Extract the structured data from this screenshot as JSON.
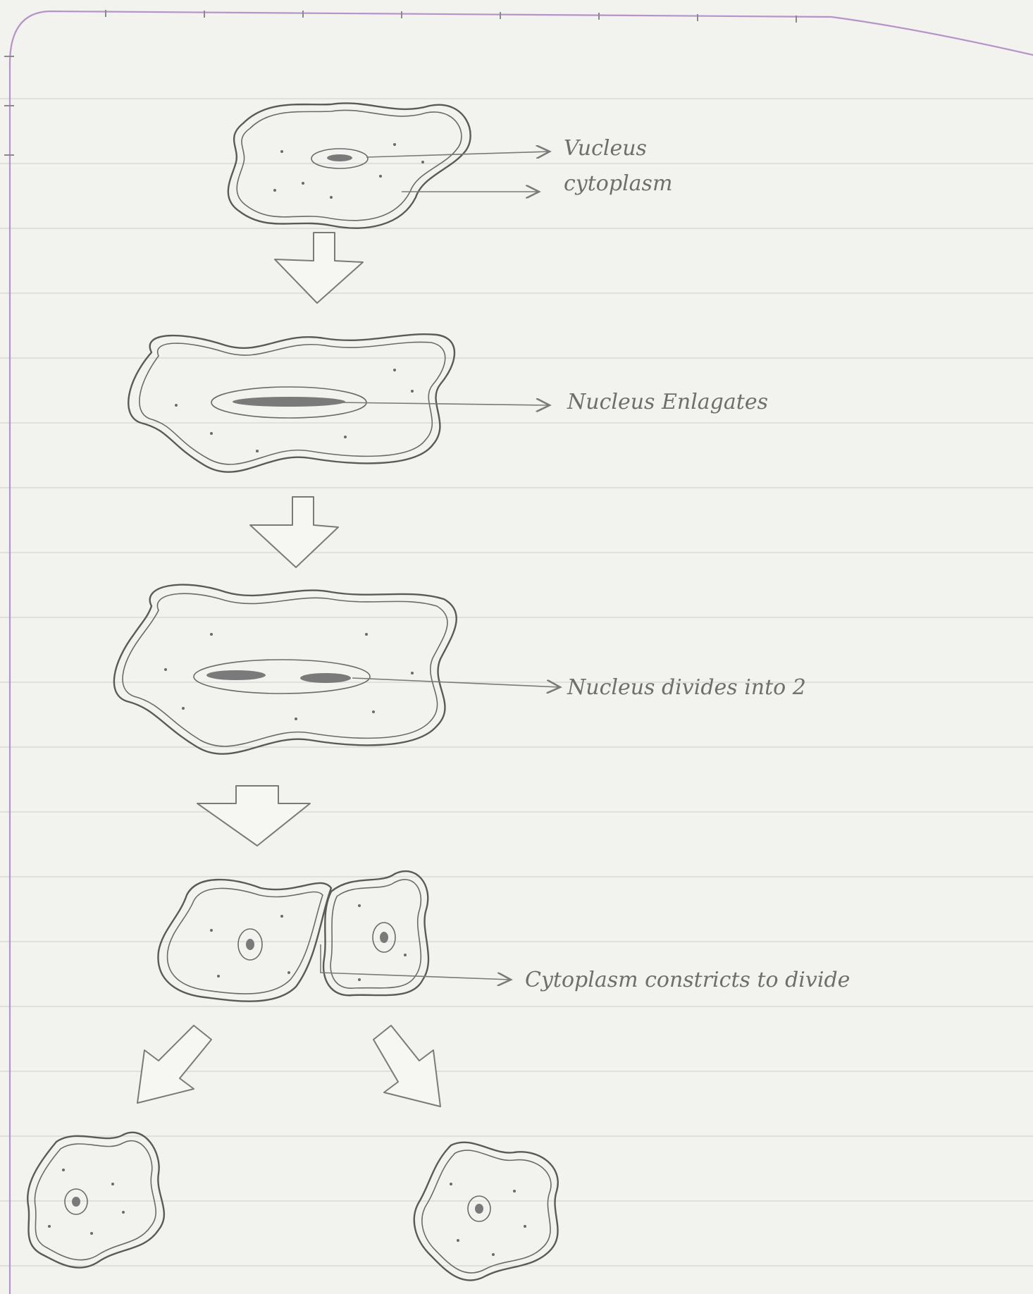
{
  "labels": {
    "nucleus": "Vucleus",
    "cytoplasm": "cytoplasm",
    "nucleus_elongates": "Nucleus Enlagates",
    "nucleus_divides": "Nucleus divides into 2",
    "cytoplasm_constricts": "Cytoplasm constricts to divide"
  },
  "colors": {
    "paper": "#f2f2ef",
    "ink": "#5a5a58",
    "margin": "#b693c8",
    "rule": "#d4d4d0"
  }
}
